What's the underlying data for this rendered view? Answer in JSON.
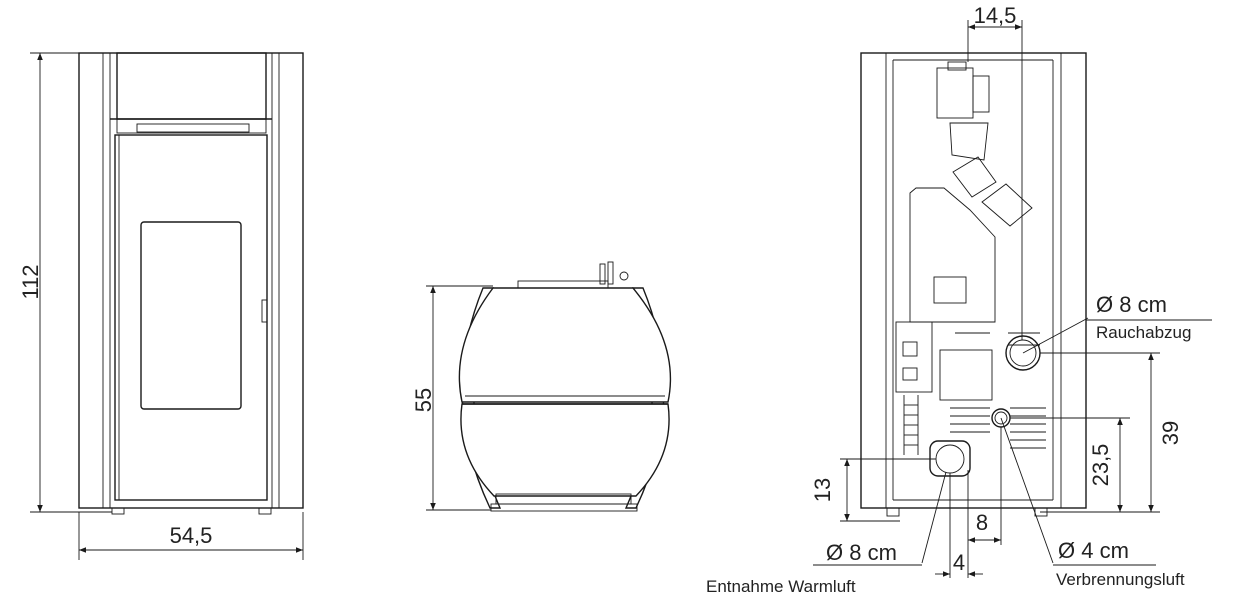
{
  "front_view": {
    "height_label": "112",
    "width_label": "54,5"
  },
  "top_view": {
    "depth_label": "55"
  },
  "rear_view": {
    "top_offset_label": "14,5",
    "flue_diameter_label": "Ø 8 cm",
    "flue_name": "Rauchabzug",
    "flue_height_label": "39",
    "combustion_air_height_label": "23,5",
    "warm_air_height_label": "13",
    "warm_air_diameter_label": "Ø 8 cm",
    "warm_air_name": "Entnahme Warmluft",
    "combustion_air_diameter_label": "Ø 4 cm",
    "combustion_air_name": "Verbrennungsluft",
    "offset_8_label": "8",
    "offset_4_label": "4"
  }
}
